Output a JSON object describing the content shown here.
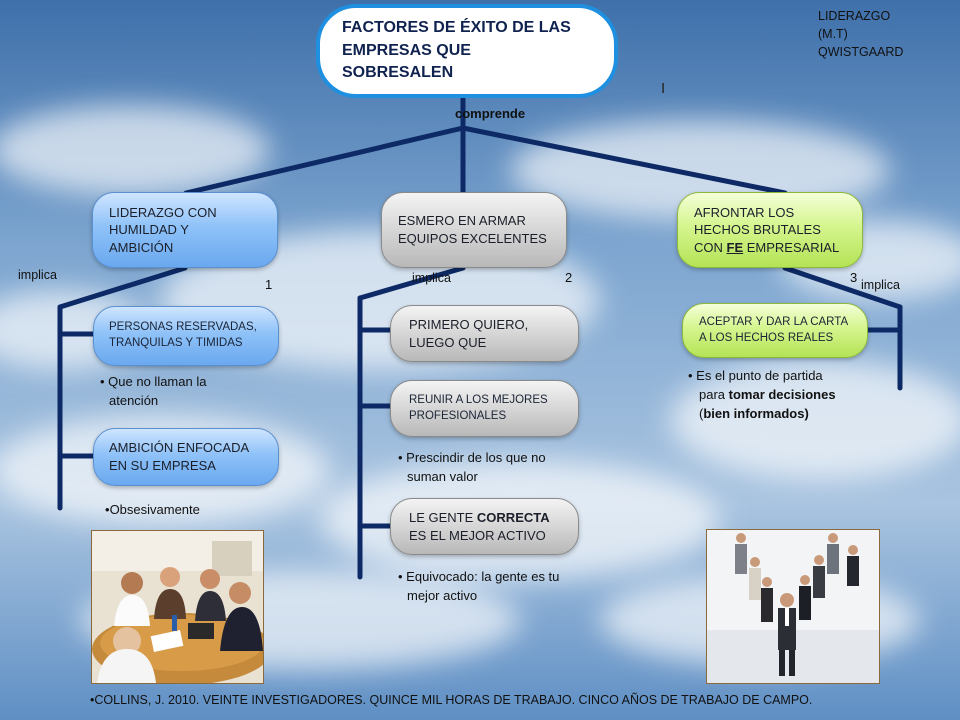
{
  "colors": {
    "sky_top": "#4f7fb6",
    "sky_bottom": "#c9dcee",
    "connector": "#0d2a66",
    "title_border": "#1f8fe0"
  },
  "title": {
    "line1": "FACTORES DE ÉXITO DE LAS",
    "line2": "EMPRESAS QUE",
    "line3": "SOBRESALEN"
  },
  "top_right": {
    "line1": "LIDERAZGO",
    "line2": "(M.T)",
    "line3": "QWISTGAARD"
  },
  "stray_mark": "I",
  "connector_label": "comprende",
  "branches": [
    {
      "header": [
        "LIDERAZGO CON",
        "HUMILDAD Y",
        "AMBICIÓN"
      ],
      "relation": "implica",
      "number": "1",
      "items": [
        {
          "label": [
            "PERSONAS RESERVADAS,",
            "TRANQUILAS Y TIMIDAS"
          ],
          "note": [
            "Que no llaman la",
            "atención"
          ]
        },
        {
          "label": [
            "AMBICIÓN ENFOCADA",
            "EN SU EMPRESA"
          ],
          "note": [
            "Obsesivamente"
          ]
        }
      ]
    },
    {
      "header": [
        "ESMERO EN ARMAR",
        "EQUIPOS EXCELENTES"
      ],
      "relation": "implica",
      "number": "2",
      "items": [
        {
          "label": [
            "PRIMERO QUIERO,",
            "LUEGO QUE"
          ],
          "note": []
        },
        {
          "label": [
            "REUNIR A LOS MEJORES",
            "PROFESIONALES"
          ],
          "note": [
            "Prescindir de los que no",
            "suman valor"
          ]
        },
        {
          "label_prefix": "LE GENTE ",
          "label_bold": "CORRECTA",
          "label_line2": "ES EL MEJOR ACTIVO",
          "note": [
            "Equivocado: la gente es tu",
            "mejor activo"
          ]
        }
      ]
    },
    {
      "header_line1": "AFRONTAR LOS",
      "header_line2": "HECHOS BRUTALES",
      "header_line3_prefix": "CON ",
      "header_line3_bold": "FE",
      "header_line3_suffix": " EMPRESARIAL",
      "relation": "implica",
      "number": "3",
      "items": [
        {
          "label": [
            "ACEPTAR Y DAR LA CARTA",
            "A LOS HECHOS REALES"
          ],
          "note_line1": "Es el punto de partida",
          "note_line2_prefix": "para ",
          "note_line2_bold": "tomar decisiones",
          "note_line3_prefix": "(",
          "note_line3_bold": "bien informados)"
        }
      ]
    }
  ],
  "photos": [
    {
      "icon": "meeting-photo"
    },
    {
      "icon": "business-team-photo"
    }
  ],
  "footer": "COLLINS, J. 2010. VEINTE INVESTIGADORES. QUINCE MIL HORAS DE TRABAJO. CINCO AÑOS DE TRABAJO DE CAMPO."
}
